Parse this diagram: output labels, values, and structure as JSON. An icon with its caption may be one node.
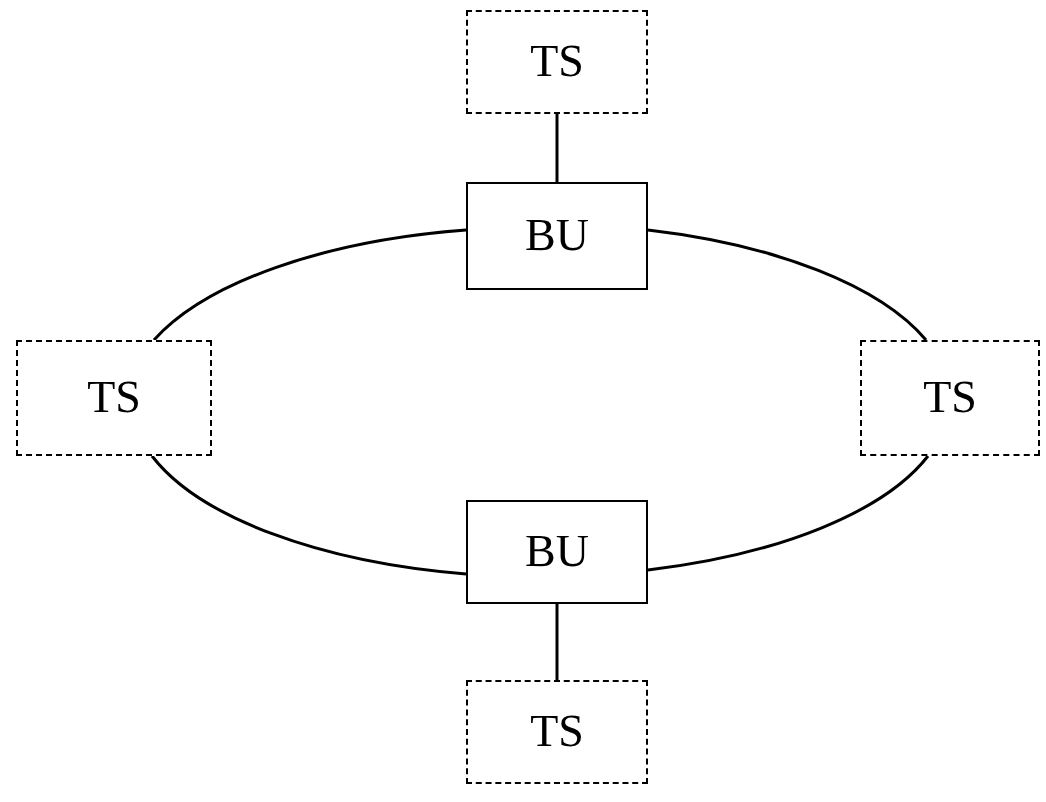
{
  "diagram": {
    "nodes": [
      {
        "text": [
          "TS"
        ]
      },
      {
        "text": [
          "BU"
        ]
      },
      {
        "text": [
          "TS"
        ]
      },
      {
        "text": [
          "TS"
        ]
      },
      {
        "text": [
          "BU"
        ]
      },
      {
        "text": [
          "TS"
        ]
      }
    ],
    "edges": [
      {
        "from": 0,
        "to": 1,
        "arrow": "none"
      },
      {
        "from": 1,
        "to": 3,
        "arrow": "none"
      },
      {
        "from": 3,
        "to": 4,
        "arrow": "none"
      },
      {
        "from": 4,
        "to": 2,
        "arrow": "none"
      },
      {
        "from": 2,
        "to": 1,
        "arrow": "none"
      },
      {
        "from": 4,
        "to": 5,
        "arrow": "none"
      }
    ]
  }
}
